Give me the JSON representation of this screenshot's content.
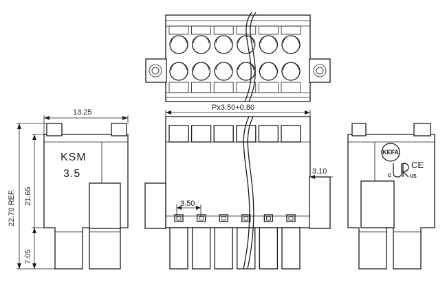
{
  "dimensions": {
    "width_top": "13.25",
    "height_ref": "22.70 REF.",
    "height_body": "21.65",
    "height_pin": "7.05",
    "pitch_formula": "Px3.50+0.80",
    "pitch": "3.50",
    "offset": "3.10"
  },
  "side_label": {
    "line1": "KSM",
    "line2": "3.5"
  },
  "logo": {
    "brand": "KEFA",
    "ce": "CE",
    "c_mark": "c",
    "us_mark": "US"
  }
}
